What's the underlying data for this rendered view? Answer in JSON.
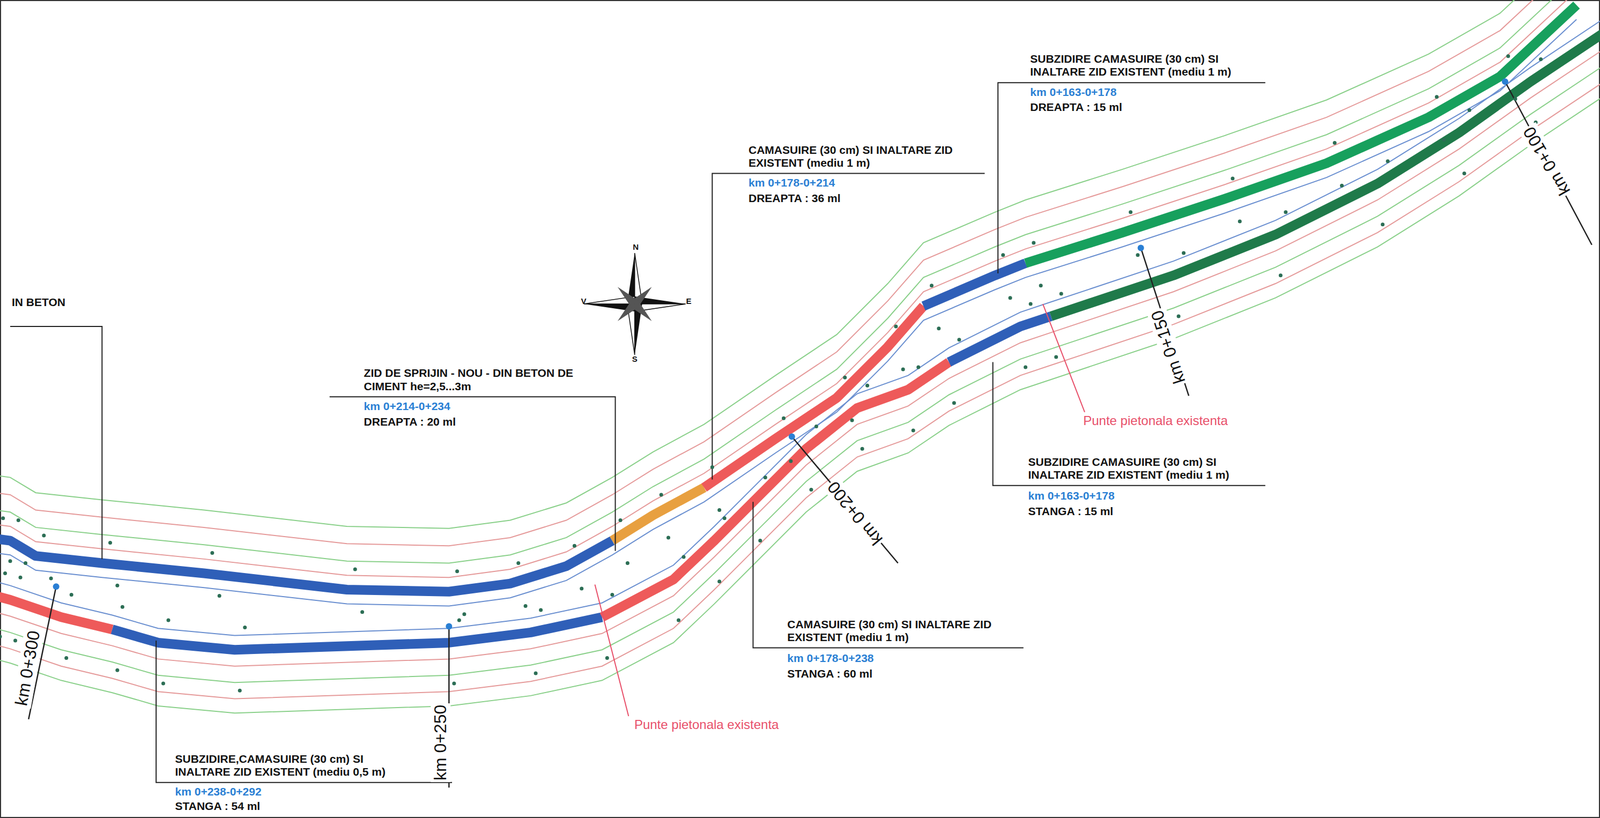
{
  "diagram": {
    "labels": [
      "SUBZIDIRE CAMASUIRE (30 cm) SI INALTARE ZID EXISTENT (mediu 1 m)",
      "km 0+163-0+178",
      "DREAPTA : 15 ml",
      "CAMASUIRE (30 cm) SI INALTARE ZID EXISTENT (mediu 1 m)",
      "km 0+178-0+214",
      "DREAPTA : 36 ml",
      "N",
      "V",
      "E",
      "S",
      "IN BETON",
      "ZID DE SPRIJIN - NOU - DIN BETON DE CIMENT he=2,5...3m",
      "km 0+214-0+234",
      "DREAPTA : 20 ml",
      "km 0+100",
      "km 0+150",
      "Punte pietonala existenta",
      "SUBZIDIRE CAMASUIRE (30 cm) SI INALTARE ZID EXISTENT (mediu 1 m)",
      "km 0+163-0+178",
      "STANGA : 15 ml",
      "km 0+200",
      "CAMASUIRE (30 cm) SI INALTARE ZID EXISTENT (mediu 1 m)",
      "km 0+178-0+238",
      "STANGA : 60 ml",
      "Punte pietonala existenta",
      "km 0+250",
      "km 0+300",
      "SUBZIDIRE,CAMASUIRE (30 cm) SI INALTARE ZID EXISTENT (mediu 0,5 m)",
      "km 0+238-0+292",
      "STANGA : 54 ml"
    ]
  }
}
